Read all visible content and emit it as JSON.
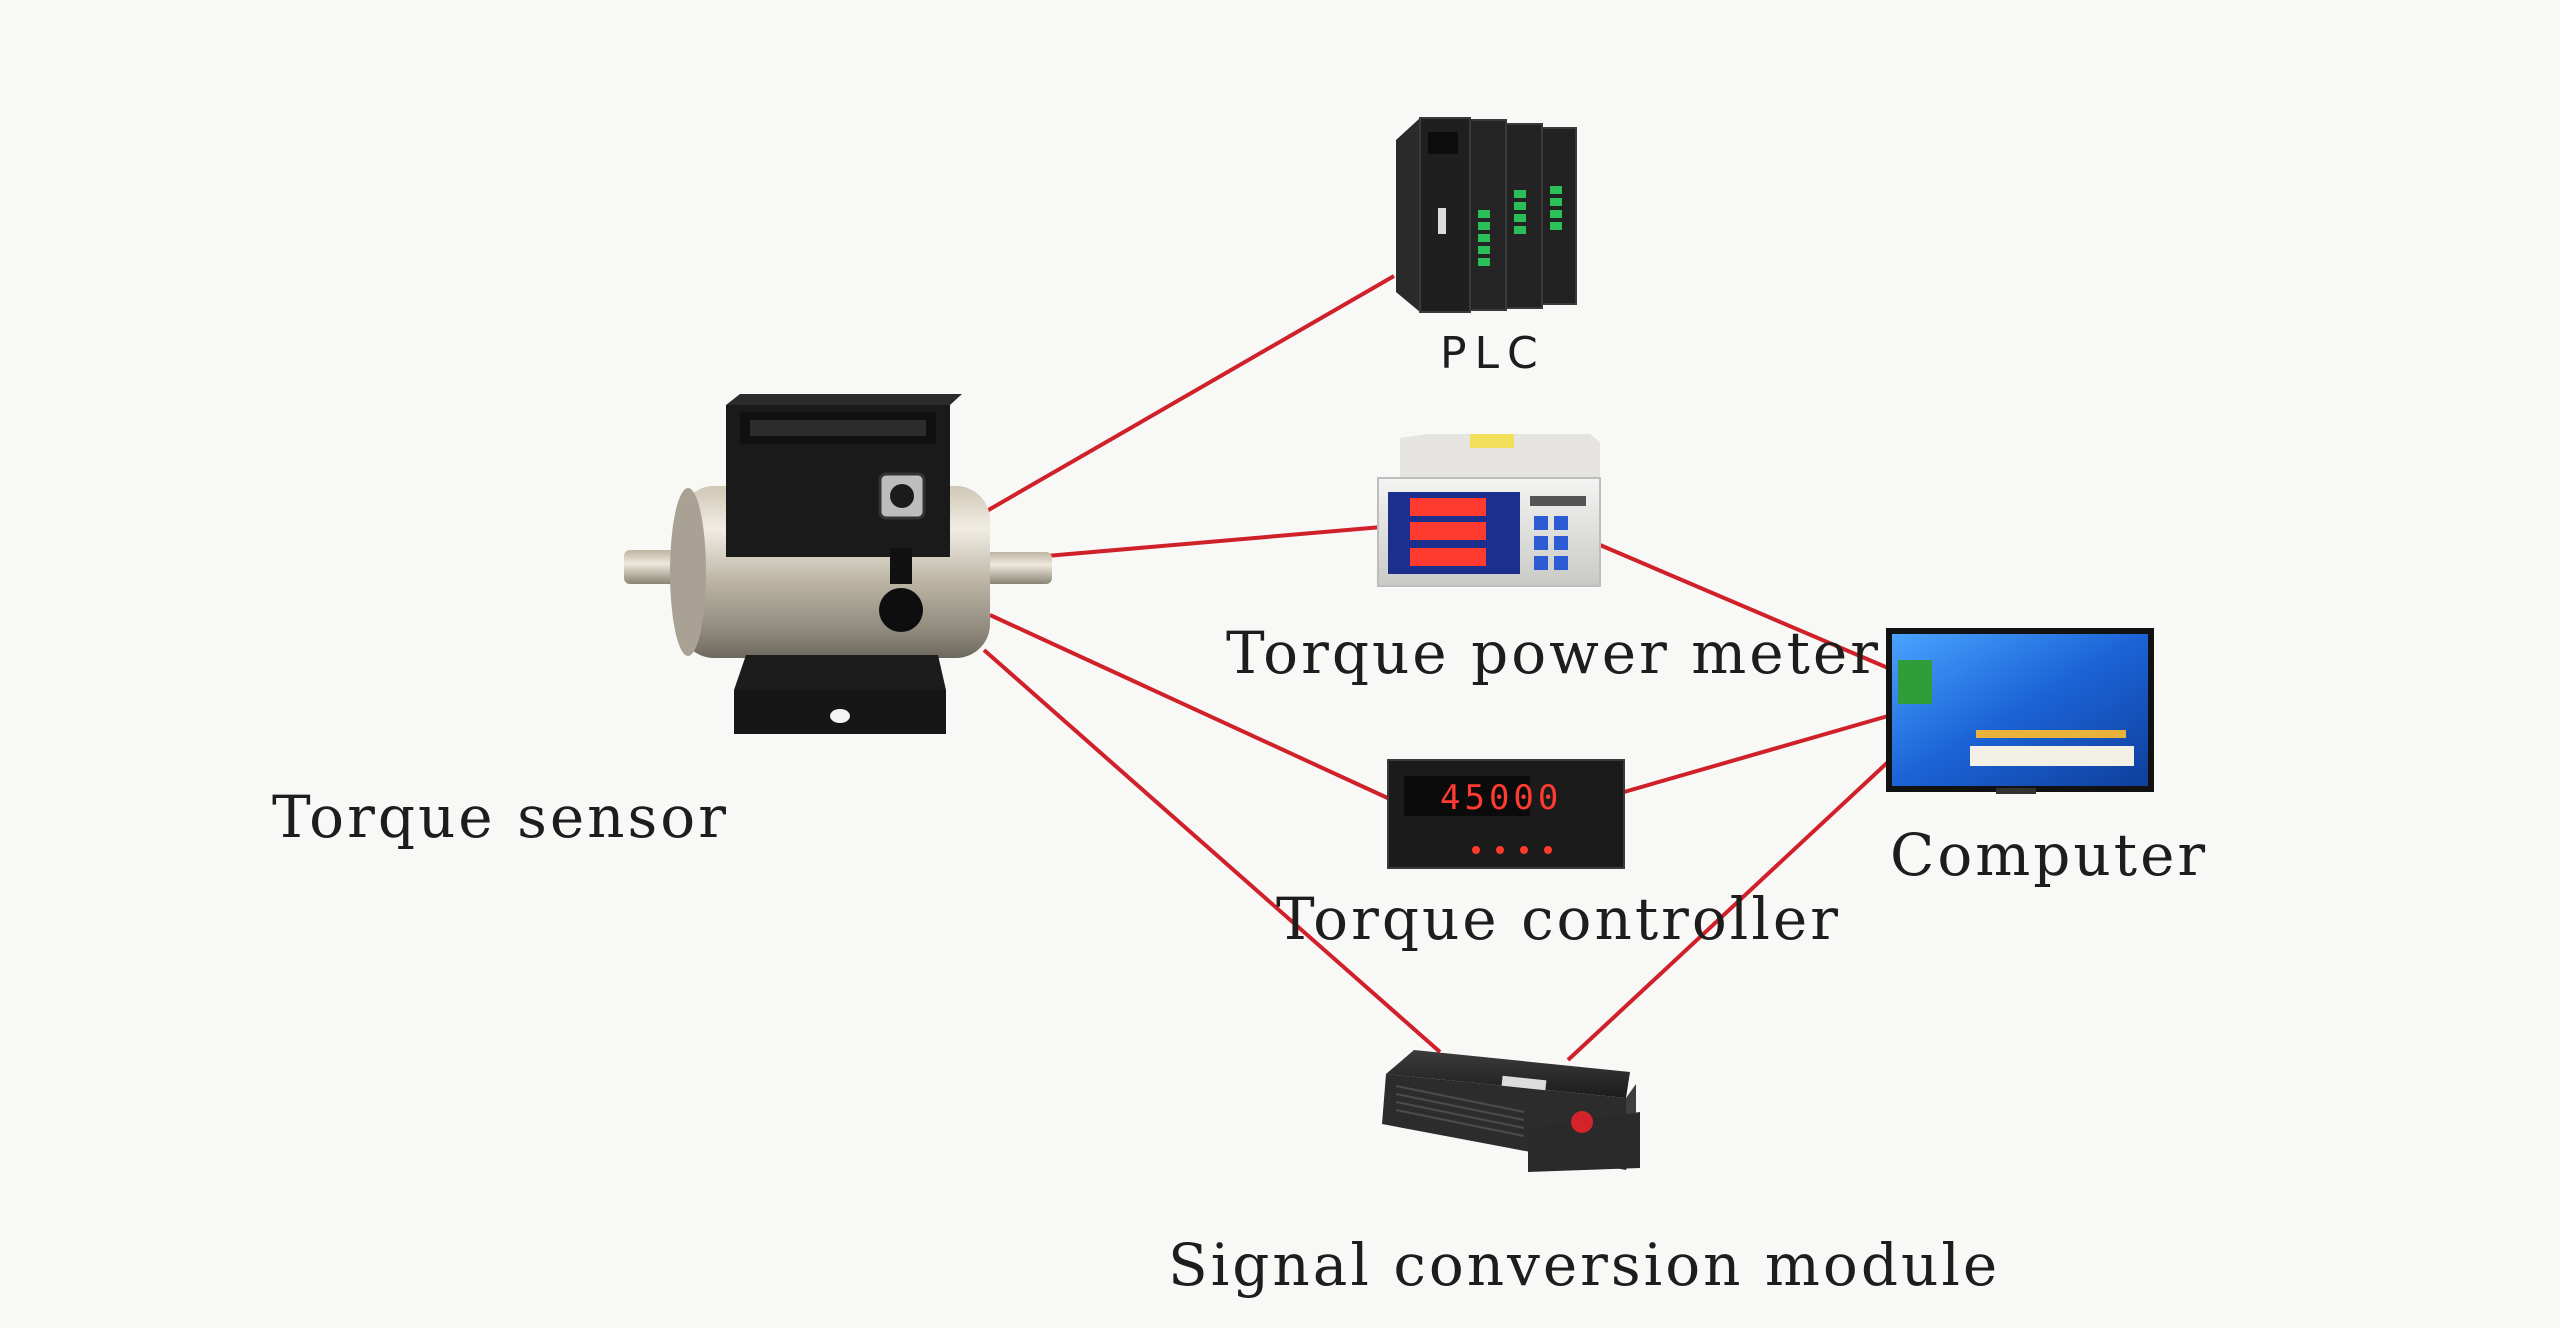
{
  "colors": {
    "background": "#f8f8f6",
    "link_line": "#d0202a",
    "device_body_dark": "#1e1e1e",
    "screen_blue": "#1a5fd0",
    "led_red": "#ff3b2f"
  },
  "diagram": {
    "nodes": {
      "torque_sensor": {
        "label": "Torque sensor",
        "icon": "torque-sensor-icon"
      },
      "plc": {
        "label": "PLC",
        "icon": "plc-icon"
      },
      "torque_power_meter": {
        "label": "Torque power meter",
        "icon": "power-meter-icon"
      },
      "torque_controller": {
        "label": "Torque controller",
        "icon": "controller-icon"
      },
      "computer": {
        "label": "Computer",
        "icon": "monitor-icon"
      },
      "signal_conversion_module": {
        "label": "Signal conversion module",
        "icon": "signal-module-icon"
      }
    },
    "connections": [
      {
        "from": "torque_sensor",
        "to": "plc"
      },
      {
        "from": "torque_sensor",
        "to": "torque_power_meter"
      },
      {
        "from": "torque_sensor",
        "to": "torque_controller"
      },
      {
        "from": "torque_sensor",
        "to": "signal_conversion_module"
      },
      {
        "from": "torque_power_meter",
        "to": "computer"
      },
      {
        "from": "torque_controller",
        "to": "computer"
      },
      {
        "from": "signal_conversion_module",
        "to": "computer"
      }
    ],
    "controller_display": "45000"
  }
}
